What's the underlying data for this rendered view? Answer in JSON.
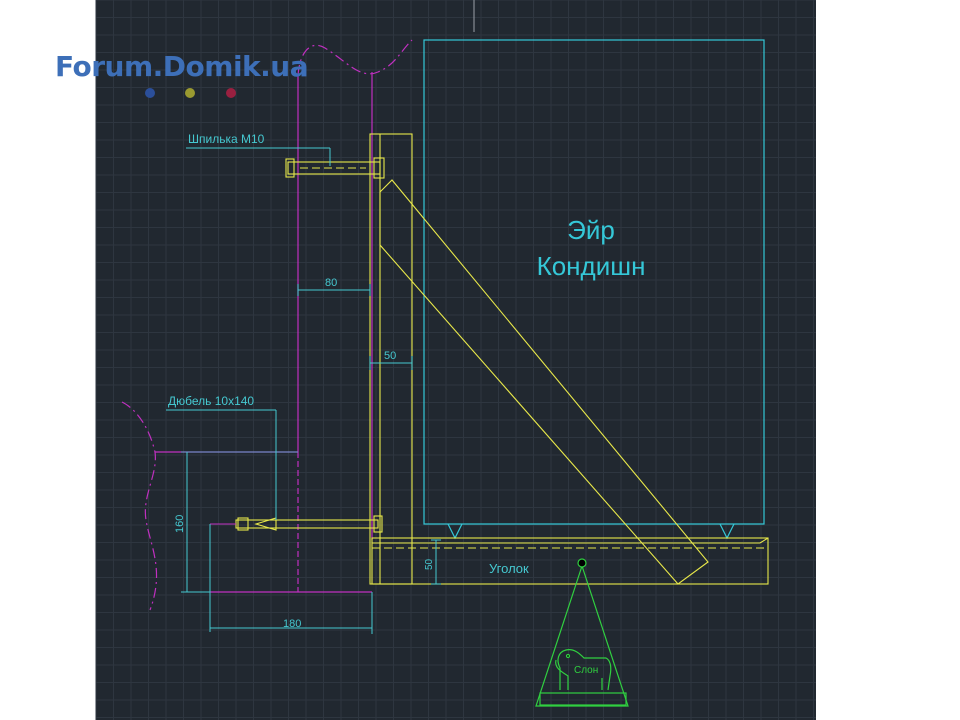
{
  "watermark": {
    "text": "Forum.Domik.ua",
    "text_color": "#3d6fb8",
    "dot_colors": [
      "#2b4f9a",
      "#9a9a30",
      "#9a2040"
    ]
  },
  "labels": {
    "stud": "Шпилька М10",
    "dowel": "Дюбель 10х140",
    "unit_line1": "Эйр",
    "unit_line2": "Кондишн",
    "angle": "Уголок",
    "elephant": "Слон"
  },
  "dimensions": {
    "gap": "80",
    "bracket_width": "50",
    "height": "160",
    "angle_height": "50",
    "depth": "180"
  },
  "colors": {
    "background": "#212830",
    "grid": "#2e3640",
    "wall": "#c030c0",
    "steel": "#e8e84a",
    "unit": "#35c8d8",
    "dimension": "#45c8d0",
    "scale": "#30d040"
  }
}
